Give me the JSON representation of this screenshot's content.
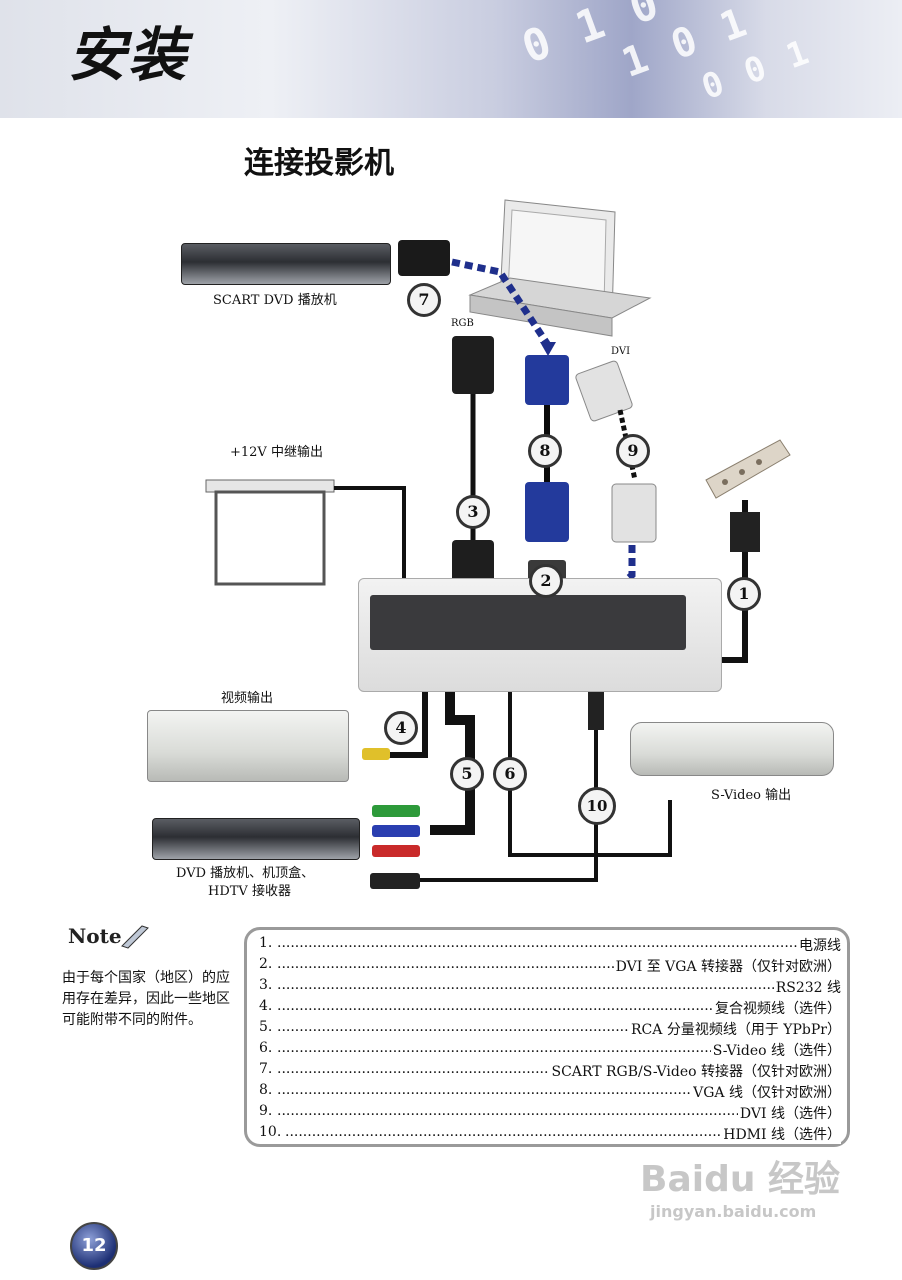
{
  "header": {
    "title": "安装",
    "binary": [
      "0 1 0",
      "1 0 1",
      "0 0 1"
    ]
  },
  "page_title": "连接投影机",
  "devices": {
    "scart_dvd_label": "SCART DVD 播放机",
    "relay_label": "+12V 中继输出",
    "video_out_label": "视频输出",
    "svideo_out_label": "S-Video 输出",
    "dvd_combo_label_1": "DVD 播放机、机顶盒、",
    "dvd_combo_label_2": "HDTV 接收器",
    "rgb_label": "RGB",
    "dvi_label": "DVI"
  },
  "badges": [
    "1",
    "2",
    "3",
    "4",
    "5",
    "6",
    "7",
    "8",
    "9",
    "10"
  ],
  "note": {
    "logo": "Note",
    "text": "由于每个国家（地区）的应用存在差异，因此一些地区可能附带不同的附件。"
  },
  "legend": [
    {
      "num": "1.",
      "text": "电源线"
    },
    {
      "num": "2.",
      "text": "DVI 至 VGA 转接器（仅针对欧洲）"
    },
    {
      "num": "3.",
      "text": "RS232 线"
    },
    {
      "num": "4.",
      "text": "复合视频线（选件）"
    },
    {
      "num": "5.",
      "text": "RCA 分量视频线（用于 YPbPr）"
    },
    {
      "num": "6.",
      "text": "S-Video 线（选件）"
    },
    {
      "num": "7.",
      "text": "SCART RGB/S-Video 转接器（仅针对欧洲）"
    },
    {
      "num": "8.",
      "text": "VGA 线（仅针对欧洲）"
    },
    {
      "num": "9.",
      "text": "DVI 线（选件）"
    },
    {
      "num": "10.",
      "text": "HDMI 线（选件）"
    }
  ],
  "page_number": "12",
  "watermark": {
    "big": "Baidu 经验",
    "small": "jingyan.baidu.com"
  }
}
